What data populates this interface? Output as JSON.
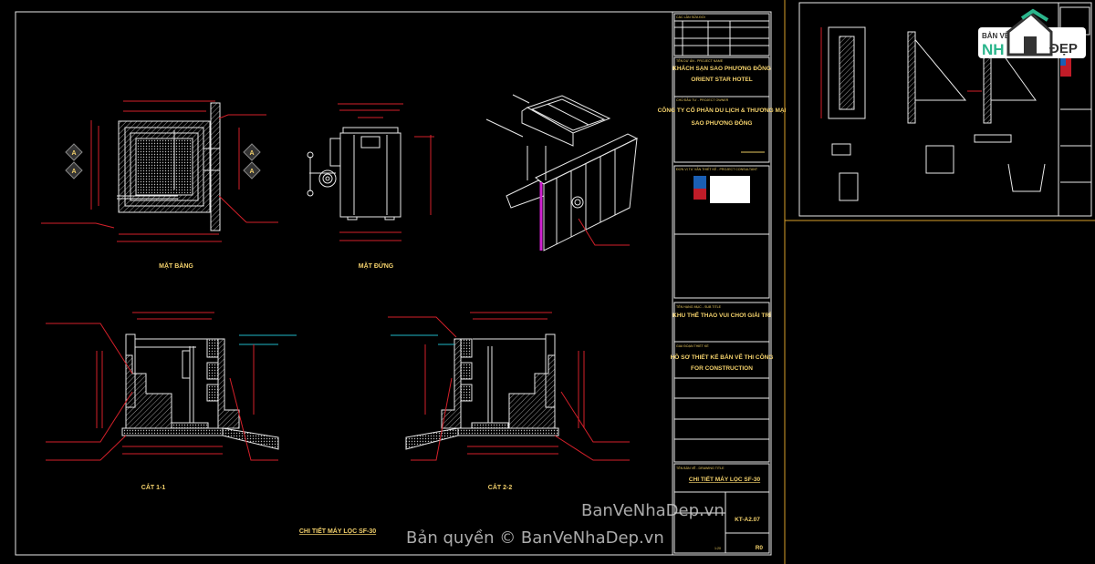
{
  "drawing": {
    "views": {
      "plan": "MẶT BẰNG",
      "elevation": "MẶT ĐỨNG",
      "section_1": "CẮT 1-1",
      "section_2": "CẮT 2-2",
      "sheet_title": "CHI TIẾT MÁY LỌC SF-30"
    },
    "section_marker": "A"
  },
  "title_block": {
    "revision_header": "CÁC LẦN SỬA ĐỔI",
    "project_label": "TÊN DỰ ÁN - PROJECT NAME",
    "project_name_1": "KHÁCH SẠN SAO PHƯƠNG ĐÔNG",
    "project_name_2": "ORIENT STAR HOTEL",
    "owner_label": "CHỦ ĐẦU TƯ - PROJECT OWNER",
    "owner_name_1": "CÔNG TY CỔ PHẦN DU LỊCH & THƯƠNG MẠI",
    "owner_name_2": "SAO PHƯƠNG ĐÔNG",
    "consultant_label": "ĐƠN VỊ TƯ VẤN THIẾT KẾ - PROJECT CONSULTANT",
    "item_label": "TÊN HẠNG MỤC - SUB TITLE",
    "item_name": "KHU THỂ THAO VUI CHƠI GIẢI TRÍ",
    "stage_label": "GIAI ĐOẠN THIẾT KẾ",
    "stage_name_1": "HỒ SƠ THIẾT KẾ BẢN VẼ THI CÔNG",
    "stage_name_2": "FOR CONSTRUCTION",
    "drawing_label": "TÊN BẢN VẼ - DRAWING TITLE",
    "drawing_name": "CHI TIẾT MÁY LỌC SF-30",
    "drawing_no": "KT-A2.07",
    "revision": "R0",
    "scale": "1:20"
  },
  "watermark": {
    "copyright": "Bản quyền © BanVeNhaDep.vn",
    "site": "BanVeNhaDep.vn",
    "logo_text_1": "BẢN VẼ",
    "logo_text_2": "NHÀ ĐẸP"
  },
  "colors": {
    "background": "#000000",
    "geometry": "#e8e8e8",
    "dimension": "#d4202a",
    "text": "#f2d06b",
    "accent_magenta": "#d020d0",
    "level_line": "#1fb8c8"
  }
}
